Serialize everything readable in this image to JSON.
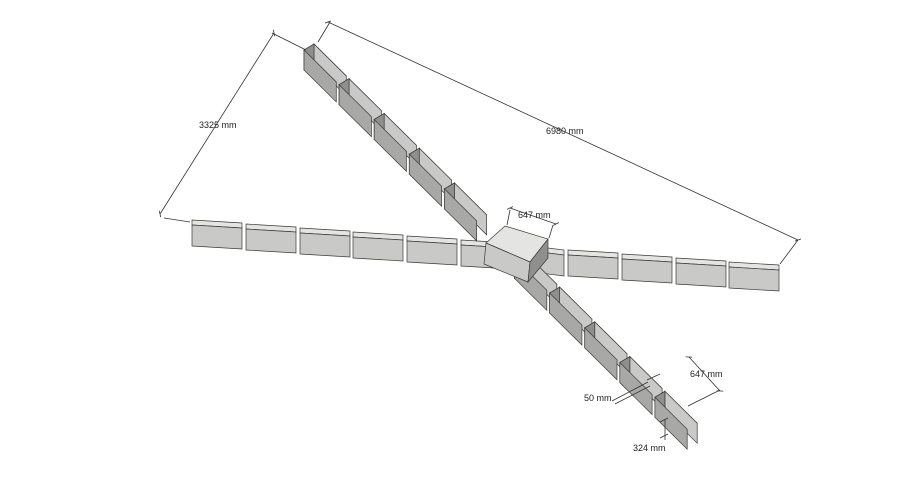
{
  "dimensions": {
    "d_3325": "3325 mm",
    "d_6980": "6980 mm",
    "d_647_center": "647 mm",
    "d_647_end": "647 mm",
    "d_50": "50 mm",
    "d_324": "324 mm"
  },
  "colors": {
    "block_top": "#e4e4e2",
    "block_front": "#c9c9c7",
    "block_side": "#8f8f8d",
    "block_bottom": "#a8a8a6",
    "dim_line": "#333333"
  }
}
